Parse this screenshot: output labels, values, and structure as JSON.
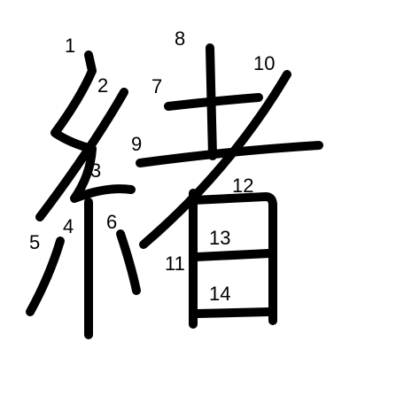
{
  "character": "緒",
  "stroke_color": "#000000",
  "background_color": "#ffffff",
  "stroke_numbers": [
    "1",
    "2",
    "3",
    "4",
    "5",
    "6",
    "7",
    "8",
    "9",
    "10",
    "11",
    "12",
    "13",
    "14"
  ]
}
